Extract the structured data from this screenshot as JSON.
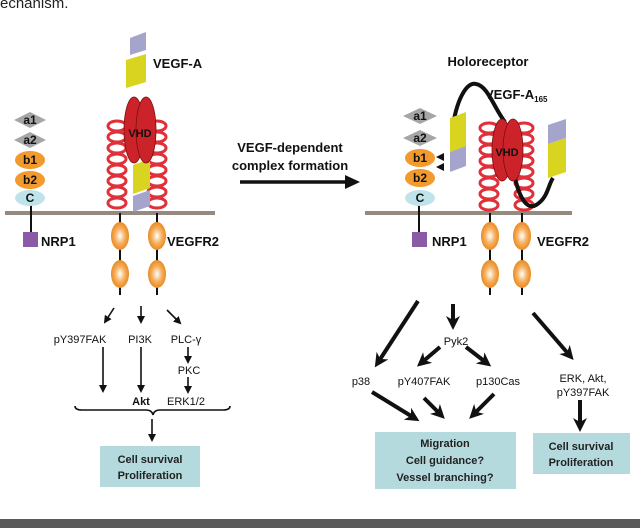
{
  "caption_fragment": "echanism.",
  "colors": {
    "membrane": "#958a7f",
    "vhd": "#cc2229",
    "ring": "#e0303a",
    "vegf_yellow": "#d8d420",
    "vegf_purple": "#a4a4cc",
    "nrp1_a": "#a6a6a6",
    "nrp1_b": "#f29a2e",
    "nrp1_c": "#bfe3ea",
    "tail_orange": "#f0942c",
    "nrp1_anchor": "#8a5aa6",
    "outcome_box": "#b5dade",
    "footer_bar": "#5a5a5a"
  },
  "left_panel": {
    "ligand_label": "VEGF-A",
    "vhd_label": "VHD",
    "nrp1_domains": [
      "a1",
      "a2",
      "b1",
      "b2",
      "C"
    ],
    "nrp1_label": "NRP1",
    "receptor_label": "VEGFR2",
    "signals": {
      "fak": "pY397FAK",
      "pi3k": "PI3K",
      "plc": "PLC-γ",
      "pkc": "PKC",
      "akt": "Akt",
      "erk": "ERK1/2"
    },
    "outcome": [
      "Cell survival",
      "Proliferation"
    ]
  },
  "transition": {
    "line1": "VEGF-dependent",
    "line2": "complex formation"
  },
  "right_panel": {
    "title": "Holoreceptor",
    "ligand_label": "VEGF-A",
    "ligand_subscript": "165",
    "vhd_label": "VHD",
    "nrp1_domains": [
      "a1",
      "a2",
      "b1",
      "b2",
      "C"
    ],
    "nrp1_label": "NRP1",
    "receptor_label": "VEGFR2",
    "signals": {
      "pyk2": "Pyk2",
      "p38": "p38",
      "fak407": "pY407FAK",
      "p130": "p130Cas",
      "erk_line1": "ERK, Akt,",
      "erk_line2": "pY397FAK"
    },
    "outcome_migration": [
      "Migration",
      "Cell guidance?",
      "Vessel branching?"
    ],
    "outcome_survival": [
      "Cell survival",
      "Proliferation"
    ]
  }
}
